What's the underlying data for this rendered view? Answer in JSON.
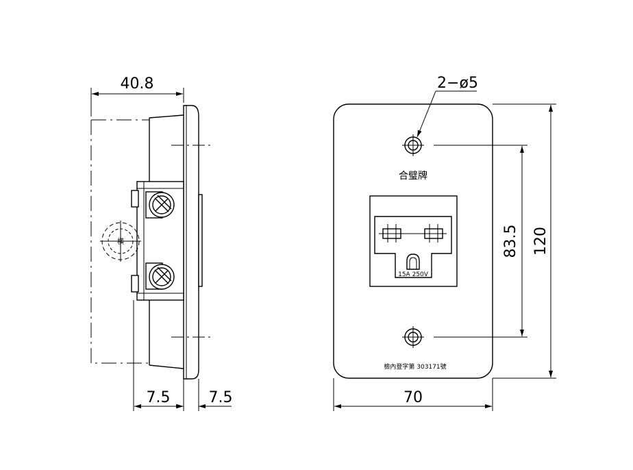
{
  "side_view": {
    "depth_label": "40.8",
    "base_offset_label": "7.5",
    "plate_offset_label": "7.5",
    "embedded_mark": "横"
  },
  "front_view": {
    "hole_label": "2−ø5",
    "product_name": "合璧牌",
    "rating_label": "15A  250V",
    "height_label": "120",
    "hole_pitch_label": "83.5",
    "width_label": "70",
    "certification_label": "檢內登字第  303171號"
  }
}
